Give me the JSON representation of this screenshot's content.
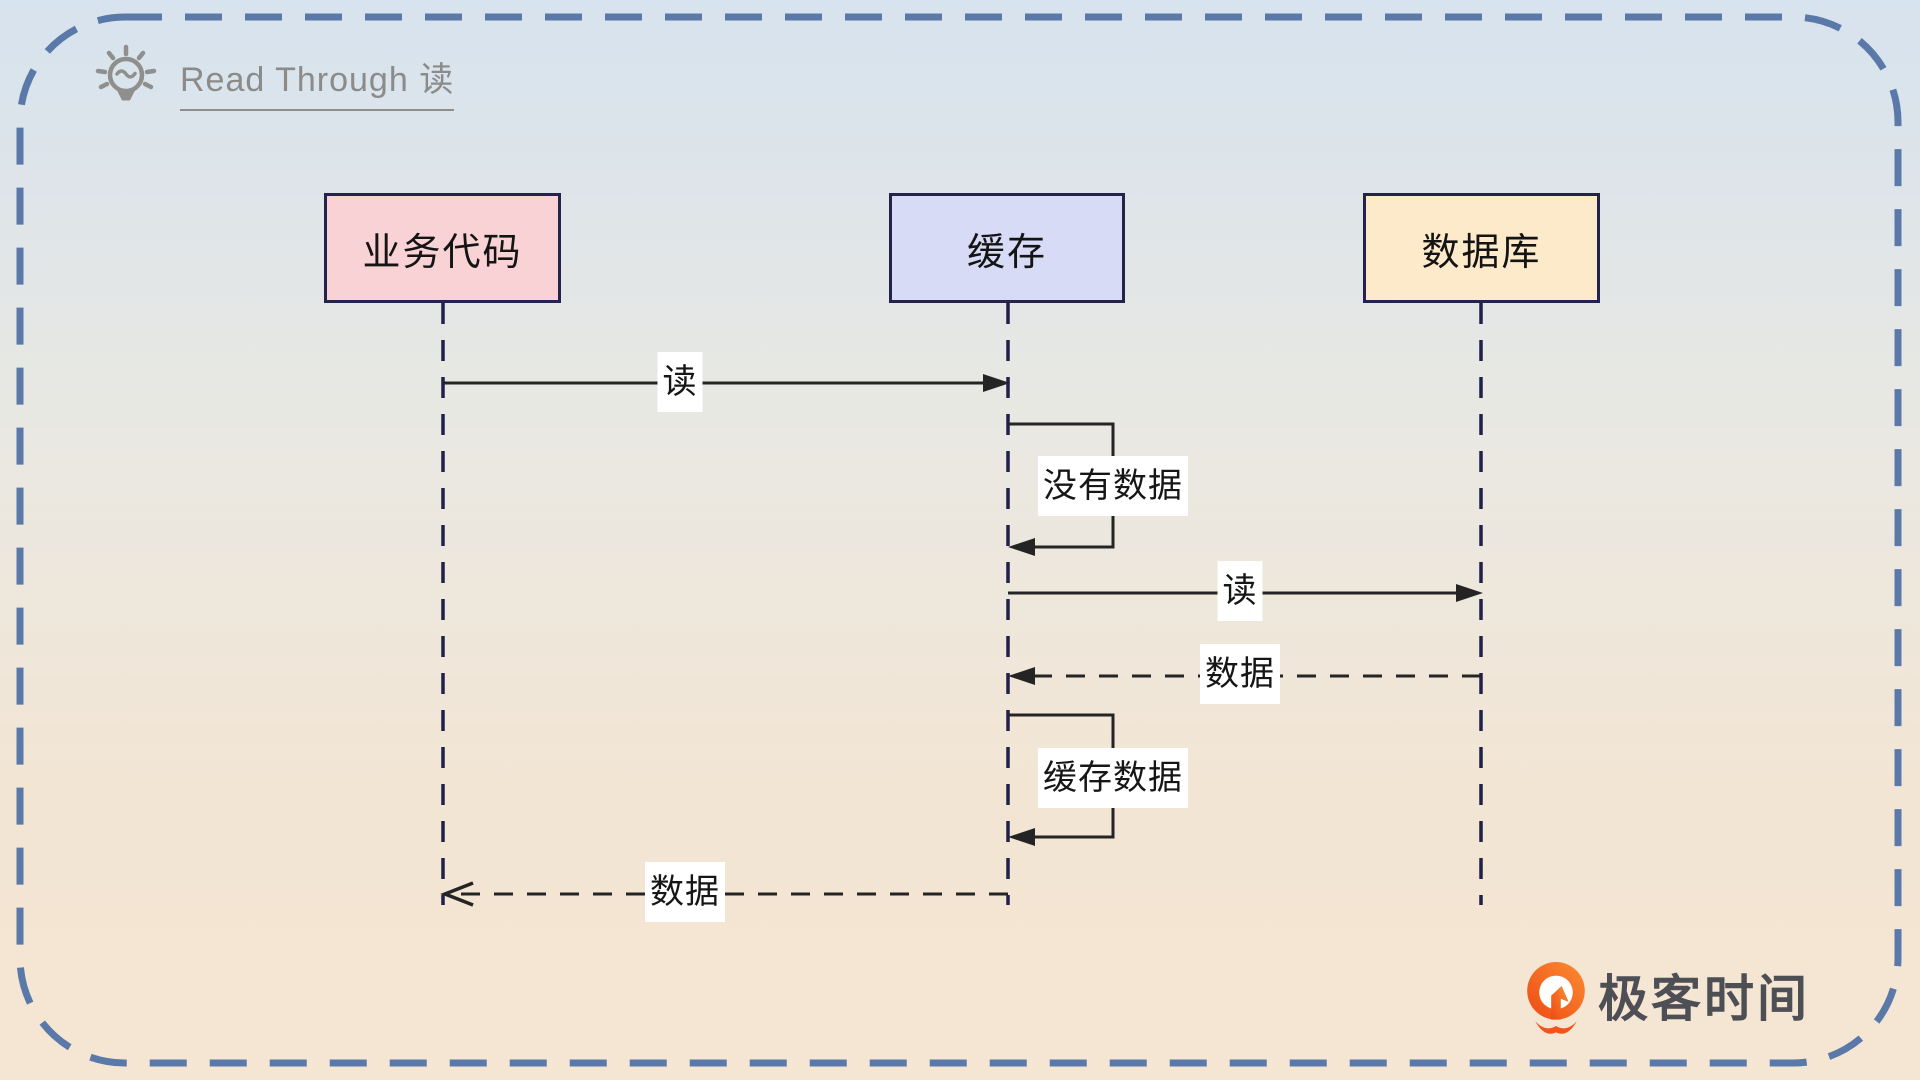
{
  "header": {
    "title": "Read Through 读",
    "icon": "lightbulb-icon"
  },
  "diagram": {
    "type": "sequence",
    "actors": [
      {
        "id": "business",
        "label": "业务代码",
        "fill": "#f8d2d5"
      },
      {
        "id": "cache",
        "label": "缓存",
        "fill": "#d8dbf6"
      },
      {
        "id": "database",
        "label": "数据库",
        "fill": "#fdeaca"
      }
    ],
    "messages": [
      {
        "from": "business",
        "to": "cache",
        "label": "读",
        "line": "solid",
        "arrowhead": "filled"
      },
      {
        "from": "cache",
        "to": "cache",
        "label": "没有数据",
        "line": "solid",
        "arrowhead": "filled",
        "self": true
      },
      {
        "from": "cache",
        "to": "database",
        "label": "读",
        "line": "solid",
        "arrowhead": "filled"
      },
      {
        "from": "database",
        "to": "cache",
        "label": "数据",
        "line": "dashed",
        "arrowhead": "filled"
      },
      {
        "from": "cache",
        "to": "cache",
        "label": "缓存数据",
        "line": "solid",
        "arrowhead": "filled",
        "self": true
      },
      {
        "from": "cache",
        "to": "business",
        "label": "数据",
        "line": "dashed",
        "arrowhead": "open"
      }
    ]
  },
  "footer": {
    "brand": "极客时间",
    "logo": "geektime-logo"
  },
  "colors": {
    "slide_border": "#5b79a8",
    "actor_border": "#23234c",
    "lifeline": "#20204a",
    "arrow": "#242424",
    "title_text": "#8b8b89",
    "brand_text": "#4e4e55",
    "brand_orange": "#f4541c",
    "bg_top": "#d7e3ee",
    "bg_bottom": "#f4e6d2"
  }
}
